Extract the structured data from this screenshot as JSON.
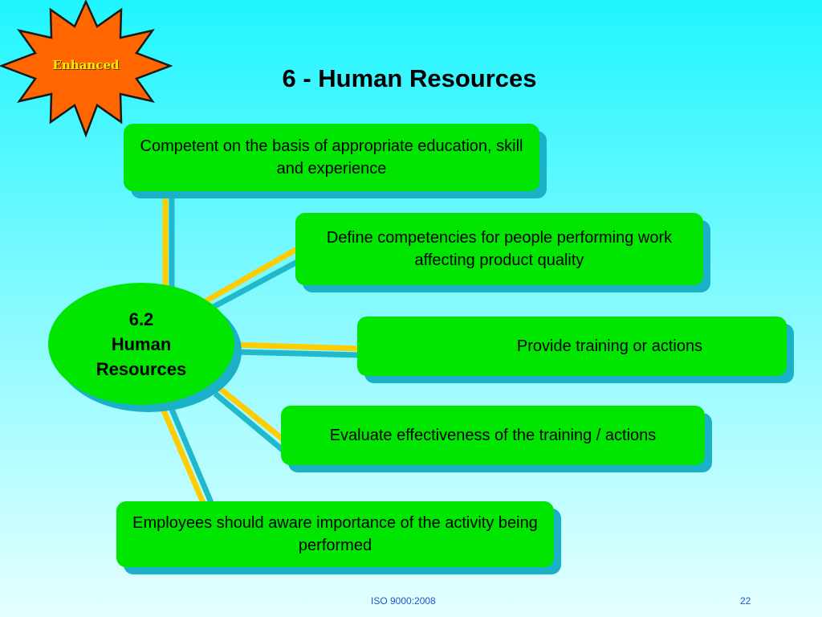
{
  "badge": {
    "label": "Enhanced"
  },
  "title": "6 - Human Resources",
  "hub": {
    "line1": "6.2",
    "line2": "Human",
    "line3": "Resources"
  },
  "boxes": [
    "Competent on the basis of appropriate education, skill and experience",
    "Define competencies for people performing work affecting product quality",
    "Provide training or actions",
    "Evaluate effectiveness of the training / actions",
    "Employees should aware importance of the activity being performed"
  ],
  "footer": {
    "left": "ISO 9000:2008",
    "right": "22"
  },
  "colors": {
    "box_fill": "#00e600",
    "box_shadow": "#1ab0c8",
    "connector_primary": "#ffcc00",
    "connector_secondary": "#22b8cc",
    "star_fill": "#ff6600",
    "star_text": "#ffee00"
  }
}
